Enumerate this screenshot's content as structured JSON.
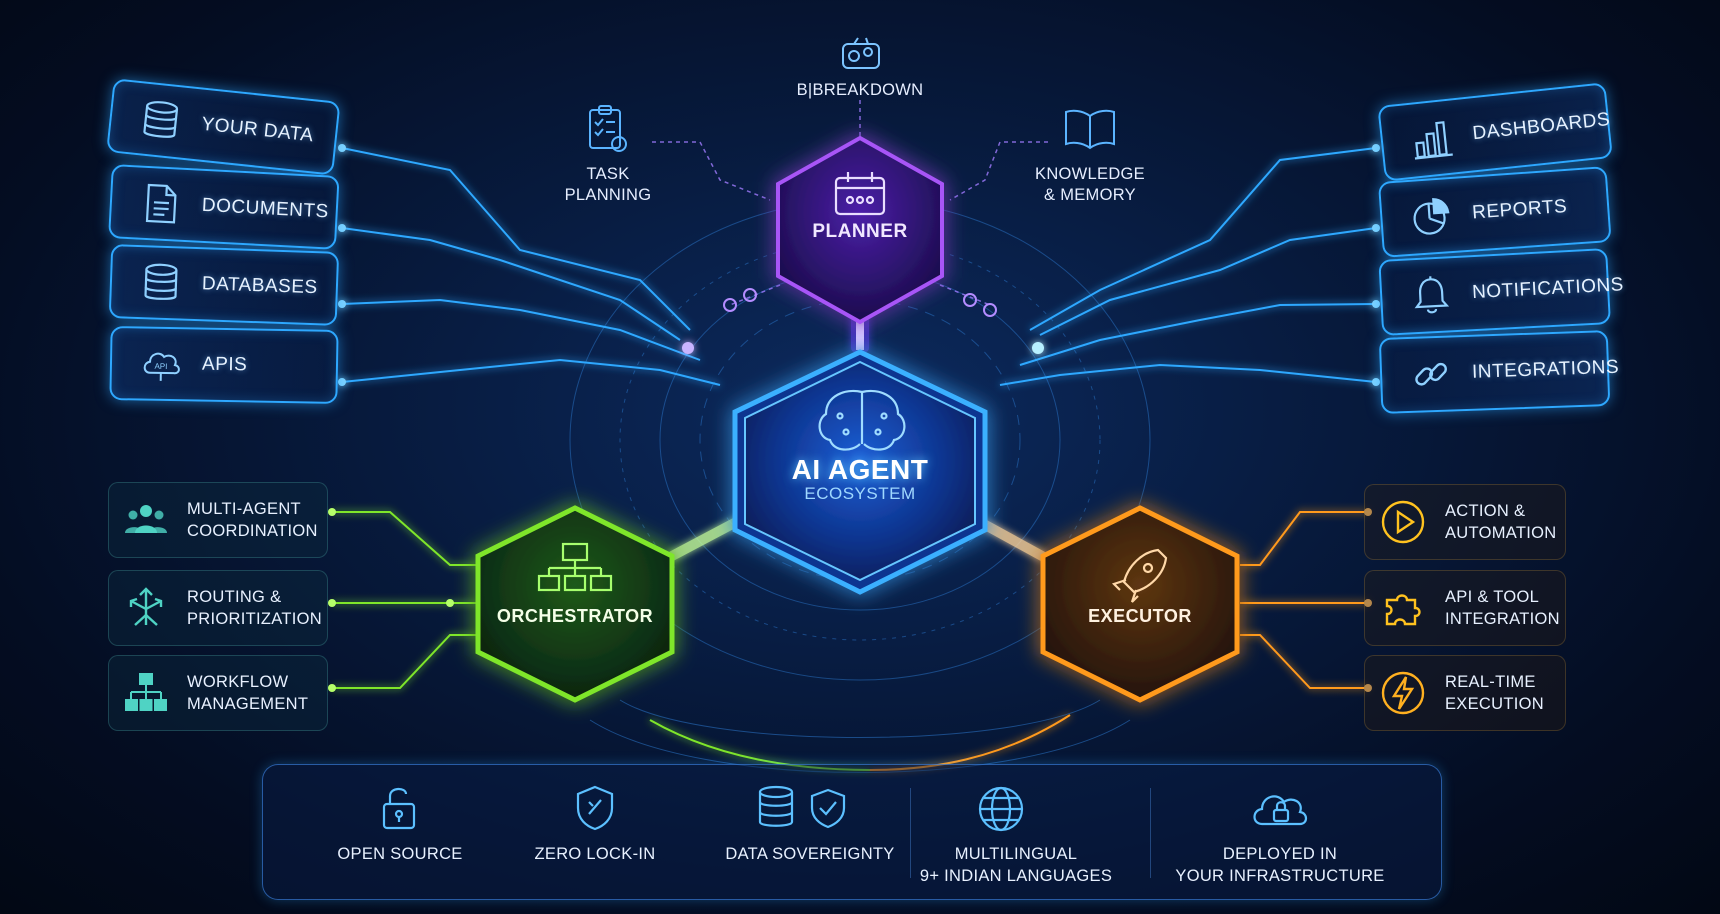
{
  "top": {
    "breakdown_label": "B|BREAKDOWN",
    "task_planning_label": "TASK\nPLANNING",
    "knowledge_memory_label": "KNOWLEDGE\n& MEMORY"
  },
  "center": {
    "title": "AI AGENT",
    "subtitle": "ECOSYSTEM"
  },
  "nodes": {
    "planner": "PLANNER",
    "orchestrator": "ORCHESTRATOR",
    "executor": "EXECUTOR"
  },
  "inputs": [
    {
      "label": "YOUR DATA",
      "icon": "database-icon"
    },
    {
      "label": "DOCUMENTS",
      "icon": "document-icon"
    },
    {
      "label": "DATABASES",
      "icon": "database-icon"
    },
    {
      "label": "APIS",
      "icon": "api-cloud-icon"
    }
  ],
  "outputs": [
    {
      "label": "DASHBOARDS",
      "icon": "bar-chart-icon"
    },
    {
      "label": "REPORTS",
      "icon": "pie-chart-icon"
    },
    {
      "label": "NOTIFICATIONS",
      "icon": "bell-icon"
    },
    {
      "label": "INTEGRATIONS",
      "icon": "link-icon"
    }
  ],
  "orchestrator_features": [
    {
      "label": "MULTI-AGENT\nCOORDINATION",
      "icon": "people-icon"
    },
    {
      "label": "ROUTING &\nPRIORITIZATION",
      "icon": "routing-arrows-icon"
    },
    {
      "label": "WORKFLOW\nMANAGEMENT",
      "icon": "hierarchy-icon"
    }
  ],
  "executor_features": [
    {
      "label": "ACTION &\nAUTOMATION",
      "icon": "play-icon"
    },
    {
      "label": "API & TOOL\nINTEGRATION",
      "icon": "puzzle-icon"
    },
    {
      "label": "REAL-TIME\nEXECUTION",
      "icon": "lightning-icon"
    }
  ],
  "bottom_bar": [
    {
      "label": "OPEN SOURCE",
      "icon": "unlock-icon"
    },
    {
      "label": "ZERO LOCK-IN",
      "icon": "shield-icon"
    },
    {
      "label": "DATA SOVEREIGNTY",
      "icon": "database-shield-icon"
    },
    {
      "label": "MULTILINGUAL\n9+ INDIAN LANGUAGES",
      "icon": "globe-icon"
    },
    {
      "label": "DEPLOYED IN\nYOUR INFRASTRUCTURE",
      "icon": "cloud-lock-icon"
    }
  ],
  "colors": {
    "blue": "#2ea8ff",
    "purple": "#a855f7",
    "green": "#7fe62a",
    "orange": "#ff9a1f",
    "background": "#061433"
  }
}
